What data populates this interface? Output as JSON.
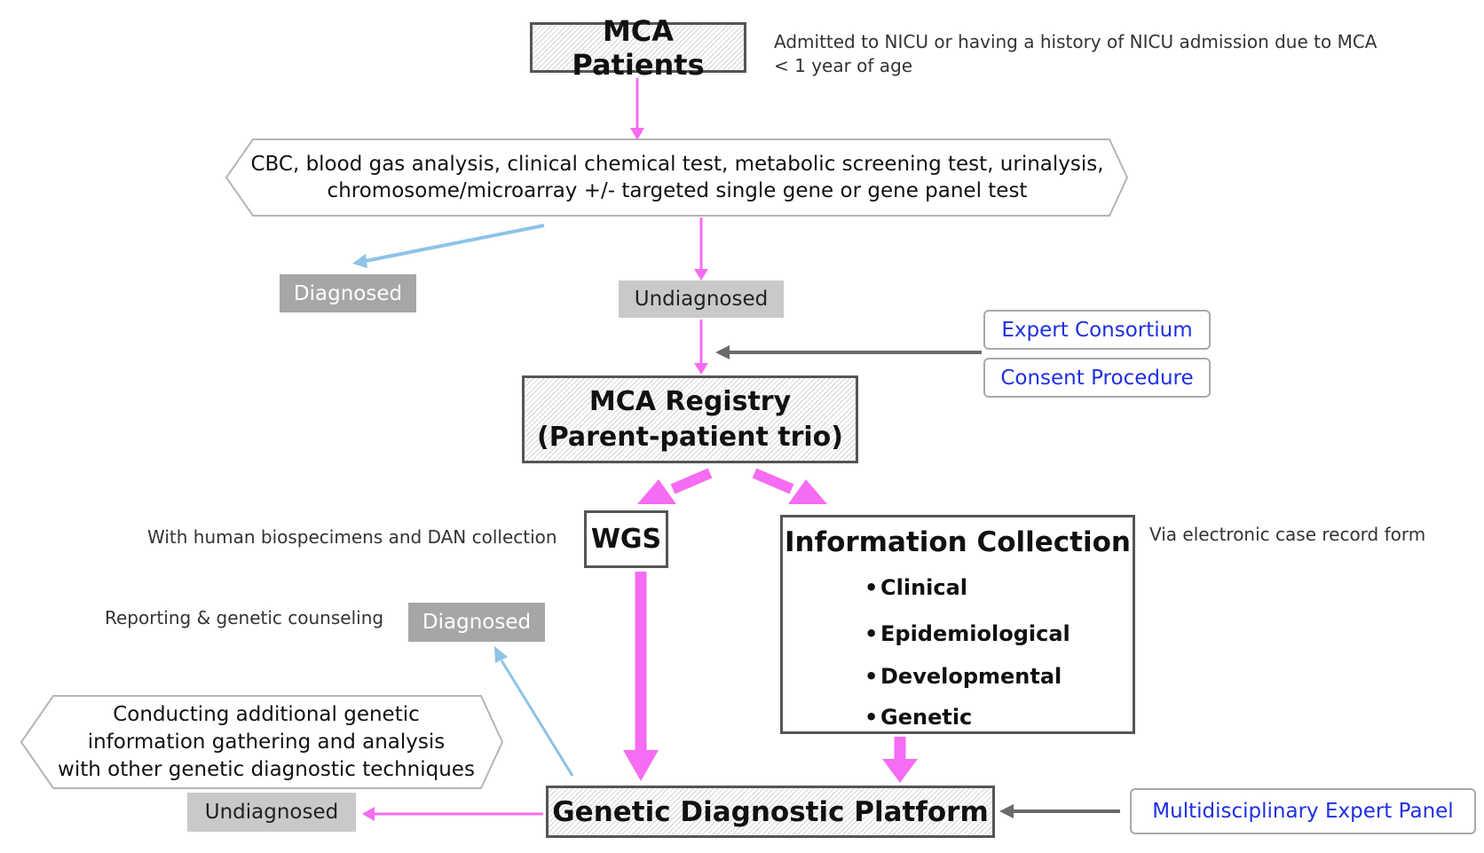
{
  "nodes": {
    "mca_patients": "MCA Patients",
    "mca_patients_note_1": "Admitted to NICU or having a history of NICU admission due to MCA",
    "mca_patients_note_2": "< 1 year of age",
    "tests_line_1": "CBC, blood gas analysis, clinical chemical test, metabolic screening test, urinalysis,",
    "tests_line_2": "chromosome/microarray +/- targeted single gene or gene panel test",
    "diagnosed_top": "Diagnosed",
    "undiagnosed_top": "Undiagnosed",
    "expert_consortium": "Expert Consortium",
    "consent_procedure": "Consent Procedure",
    "registry_line_1": "MCA Registry",
    "registry_line_2": "(Parent-patient trio)",
    "wgs": "WGS",
    "wgs_note": "With human biospecimens and DAN collection",
    "info_collection_title": "Information Collection",
    "info_collection_note": "Via electronic case record form",
    "info_items": [
      "Clinical",
      "Epidemiological",
      "Developmental",
      "Genetic"
    ],
    "reporting_note": "Reporting & genetic counseling",
    "diagnosed_bottom": "Diagnosed",
    "additional_line_1": "Conducting additional genetic",
    "additional_line_2": "information gathering and analysis",
    "additional_line_3": "with other genetic diagnostic techniques",
    "undiagnosed_bottom": "Undiagnosed",
    "platform": "Genetic Diagnostic Platform",
    "expert_panel": "Multidisciplinary Expert Panel"
  },
  "colors": {
    "pink_arrow": "#f66cf2",
    "blue_arrow": "#8ec3e6",
    "grey_arrow": "#6a6a6a",
    "link_text": "#1f2fe0"
  }
}
